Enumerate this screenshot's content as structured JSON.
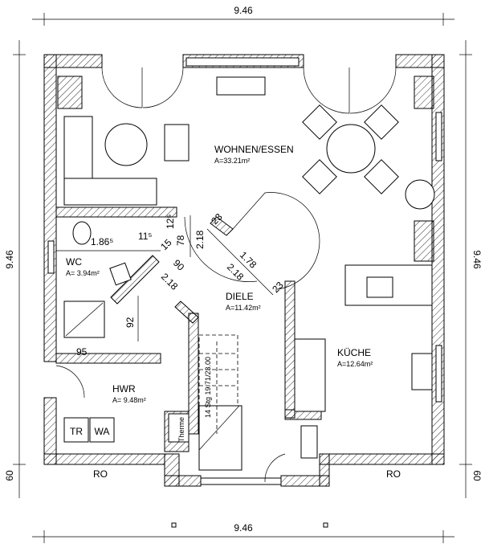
{
  "plan": {
    "dimensions": {
      "top": "9.46",
      "bottom": "9.46",
      "left": "9.46",
      "right": "9.46",
      "left_lower": "60",
      "right_lower": "60"
    },
    "rooms": [
      {
        "name": "WOHNEN/ESSEN",
        "area": "A=33.21m²"
      },
      {
        "name": "DIELE",
        "area": "A=11.42m²"
      },
      {
        "name": "KÜCHE",
        "area": "A=12.64m²"
      },
      {
        "name": "WC",
        "area": "A=  3.94m²"
      },
      {
        "name": "HWR",
        "area": "A=  9.48m²"
      }
    ],
    "inner_dims": {
      "d1": "1.86⁵",
      "d2": "11⁵",
      "d3": "15",
      "d4": "78",
      "d5": "12⁵",
      "d6": "2.18",
      "d7": "90",
      "d8": "2.18",
      "d9": "1.78",
      "d10": "2.18",
      "d11": "23",
      "d12": "23",
      "d13": "92",
      "d14": "95"
    },
    "stairs": "14 Stg 19.71/23.00",
    "fixtures": {
      "dryer": "TR",
      "washer": "WA",
      "boiler": "Therme"
    },
    "terraces": {
      "left": "RO",
      "right": "RO"
    }
  }
}
